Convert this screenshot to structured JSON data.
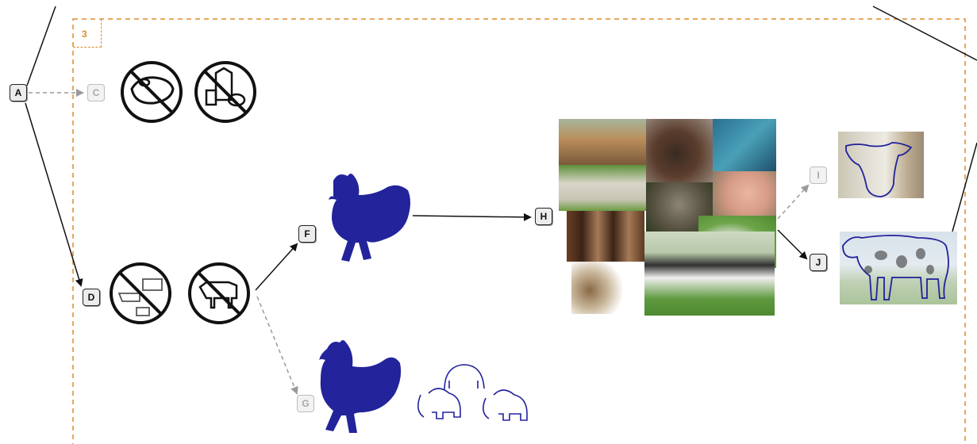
{
  "frame": {
    "label": "3",
    "border_color": "#e08a2c"
  },
  "nodes": {
    "A": "A",
    "C": "C",
    "D": "D",
    "F": "F",
    "G": "G",
    "H": "H",
    "I": "I",
    "J": "J"
  },
  "colors": {
    "silhouette": "#23239b",
    "arrow": "#111111",
    "faded_arrow": "#9a9a9a"
  },
  "icons": [
    "no-meat-icon",
    "no-dairy-icon",
    "no-livestock-icon",
    "no-cow-icon",
    "chicken-silhouette",
    "rooster-silhouette",
    "elephant-doodle",
    "farm-animals-collage",
    "cow-head-outline",
    "cow-body-outline"
  ]
}
